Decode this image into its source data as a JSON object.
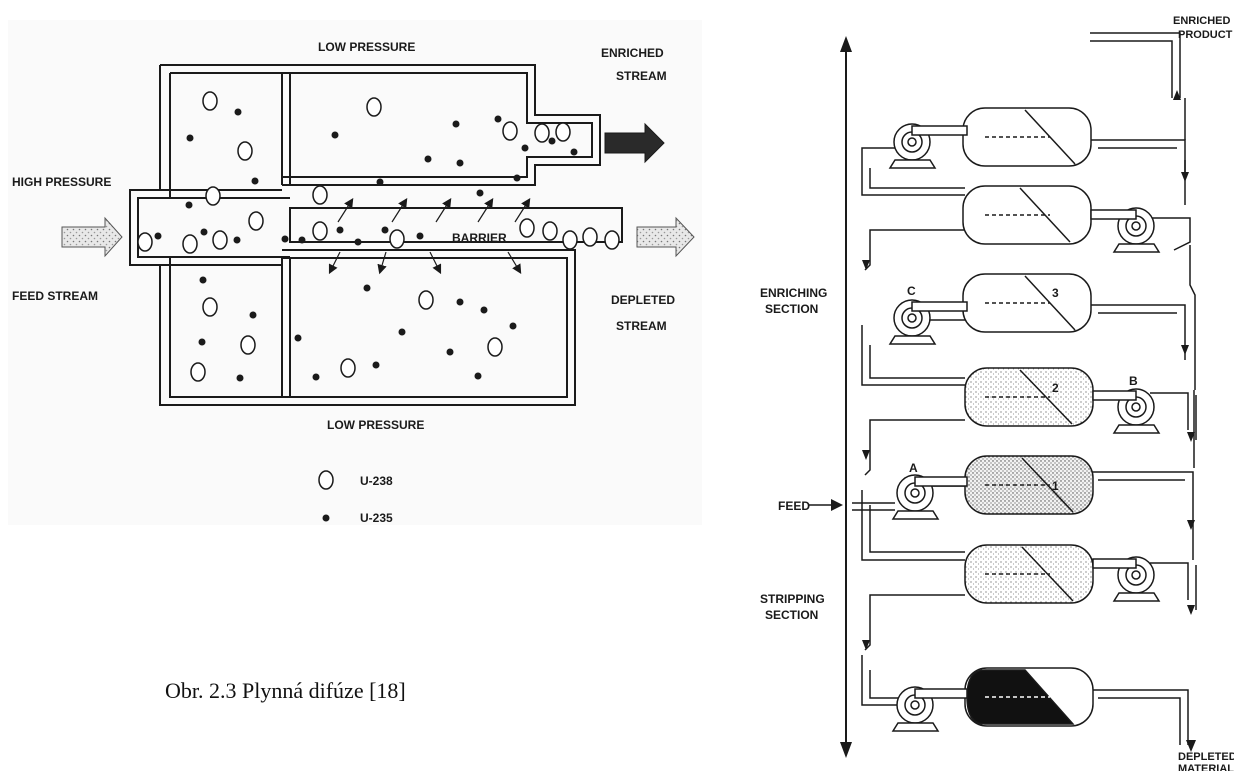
{
  "diffusion": {
    "low_pressure_top": "LOW PRESSURE",
    "low_pressure_bottom": "LOW PRESSURE",
    "high_pressure": "HIGH PRESSURE",
    "feed_stream": "FEED STREAM",
    "enriched_stream_1": "ENRICHED",
    "enriched_stream_2": "STREAM",
    "depleted_stream_1": "DEPLETED",
    "depleted_stream_2": "STREAM",
    "barrier": "BARRIER",
    "legend_u238": "U-238",
    "legend_u235": "U-235"
  },
  "caption": "Obr. 2.3 Plynná difúze [18]",
  "cascade": {
    "enriched_product_1": "ENRICHED",
    "enriched_product_2": "PRODUCT",
    "enriching_section_1": "ENRICHING",
    "enriching_section_2": "SECTION",
    "stripping_section_1": "STRIPPING",
    "stripping_section_2": "SECTION",
    "feed": "FEED",
    "depleted_material_1": "DEPLETED",
    "depleted_material_2": "MATERIAL",
    "stage_labels": [
      "3",
      "2",
      "1"
    ],
    "pump_labels": [
      "C",
      "B",
      "A"
    ]
  },
  "colors": {
    "ink": "#1a1a1a",
    "paper": "#ffffff",
    "tint": "#f4f4f4"
  }
}
